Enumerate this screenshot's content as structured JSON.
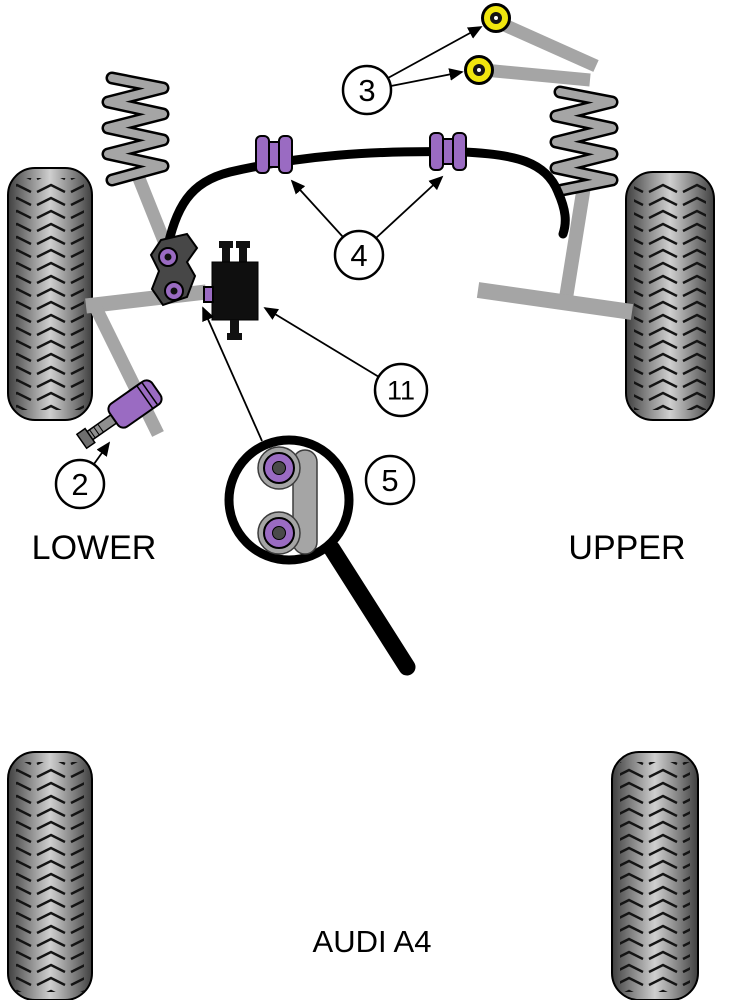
{
  "labels": {
    "lower": "LOWER",
    "upper": "UPPER",
    "model": "AUDI A4"
  },
  "callouts": {
    "c2": {
      "label": "2"
    },
    "c3": {
      "label": "3"
    },
    "c4": {
      "label": "4"
    },
    "c5": {
      "label": "5"
    },
    "c11": {
      "label": "11"
    }
  },
  "colors": {
    "purple": "#9a6bc2",
    "yellow": "#f0e60e",
    "gray": "#a5a5a5",
    "dark": "#1a1a1a",
    "background": "#ffffff"
  }
}
